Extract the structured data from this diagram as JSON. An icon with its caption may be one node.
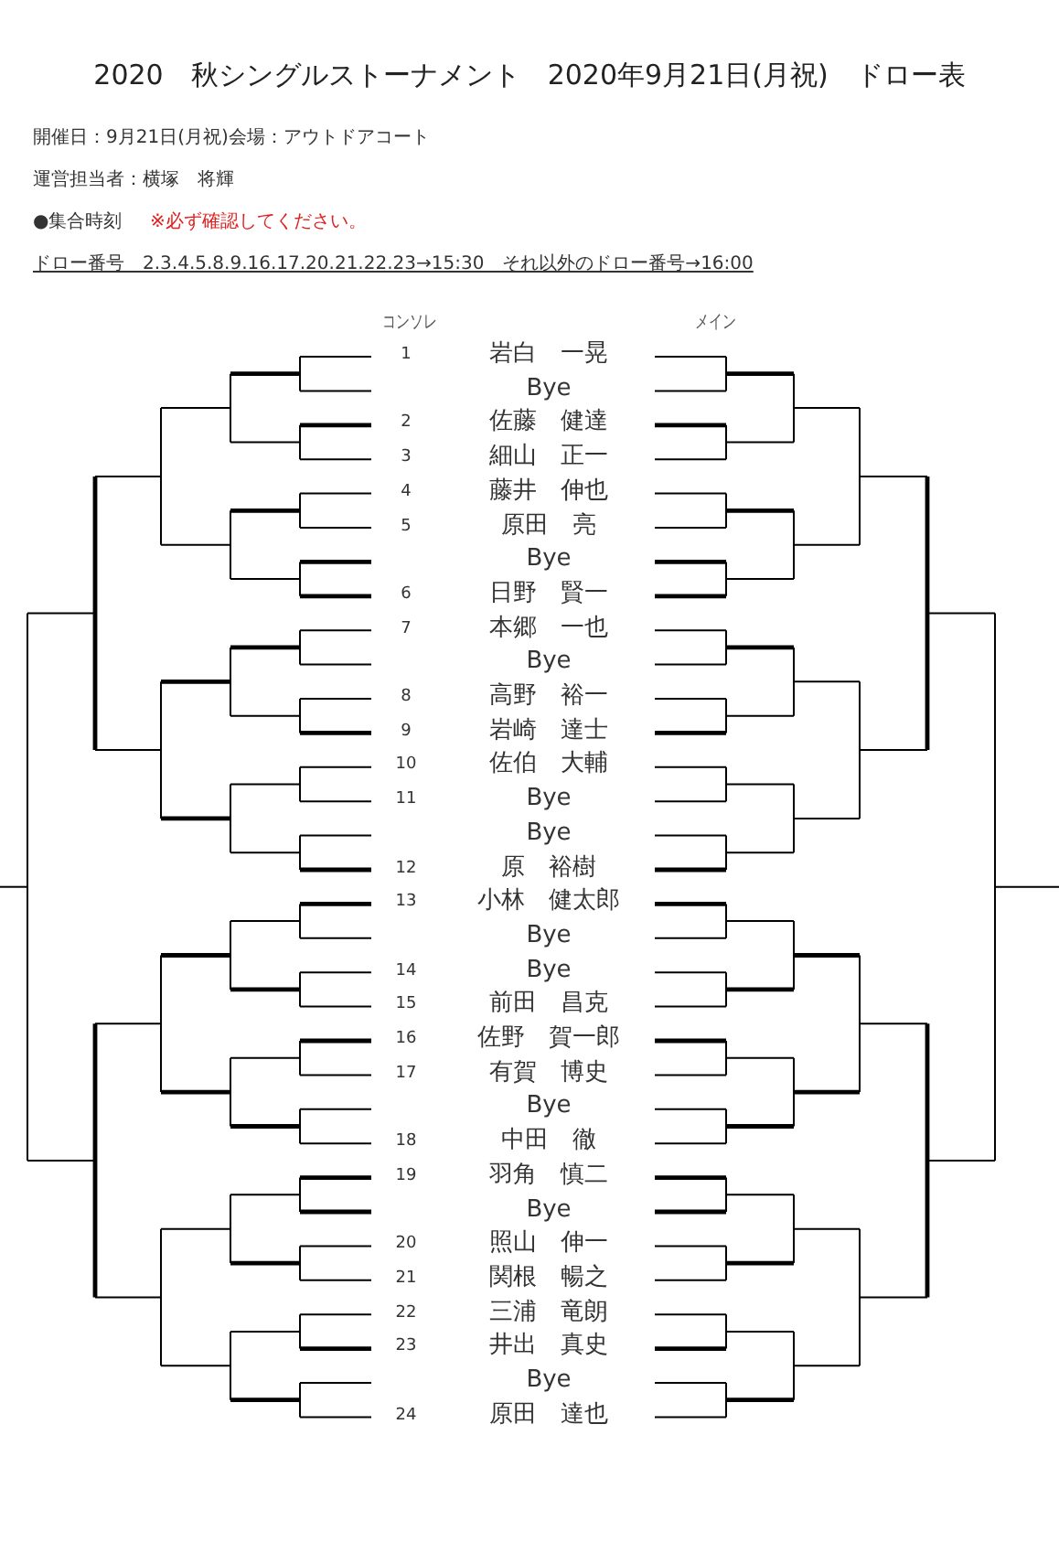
{
  "diagram": {
    "title": "2020　秋シングルストーナメント　2020年9月21日(月祝)　ドロー表",
    "labels": [
      "開催日：9月21日(月祝)会場：アウトドアコート",
      "運営担当者：横塚　将輝",
      "●集合時刻",
      "※必ず確認してください。",
      "ドロー番号　2.3.4.5.8.9.16.17.20.21.22.23→15:30　それ以外のドロー番号→16:00",
      "コンソレ",
      "メイン",
      "1",
      "岩白　一晃",
      "Bye",
      "2",
      "佐藤　健達",
      "3",
      "細山　正一",
      "4",
      "藤井　伸也",
      "5",
      "原田　亮",
      "Bye",
      "6",
      "日野　賢一",
      "7",
      "本郷　一也",
      "Bye",
      "8",
      "高野　裕一",
      "9",
      "岩崎　達士",
      "10",
      "佐伯　大輔",
      "11",
      "Bye",
      "Bye",
      "12",
      "原　裕樹",
      "13",
      "小林　健太郎",
      "Bye",
      "14",
      "Bye",
      "15",
      "前田　昌克",
      "16",
      "佐野　賀一郎",
      "17",
      "有賀　博史",
      "Bye",
      "18",
      "中田　徹",
      "19",
      "羽角　慎二",
      "Bye",
      "20",
      "照山　伸一",
      "21",
      "関根　暢之",
      "22",
      "三浦　竜朗",
      "23",
      "井出　真史",
      "Bye",
      "24",
      "原田　達也"
    ]
  }
}
